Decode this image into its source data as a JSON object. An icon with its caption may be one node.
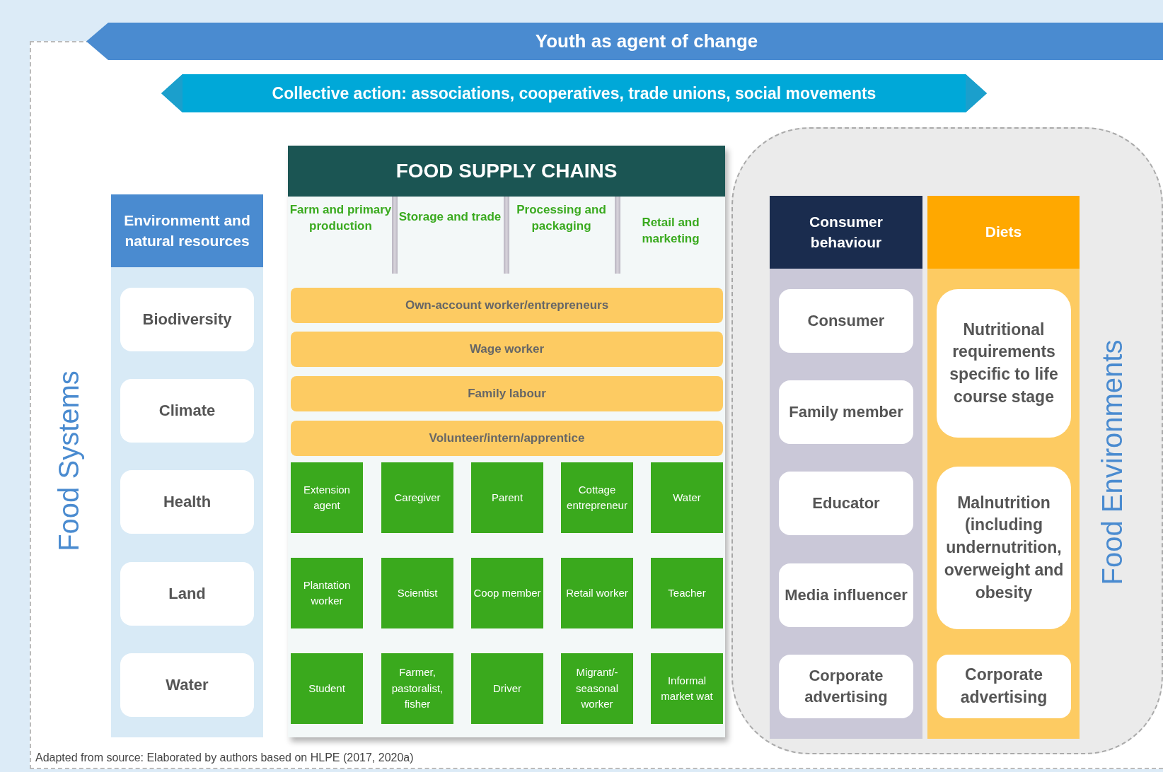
{
  "diagram": {
    "caption": "Adapted from source: Elaborated by authors based on HLPE (2017, 2020a)",
    "nodes": [
      {
        "text": [
          "Youth as agent of change"
        ]
      },
      {
        "text": [
          "Collective action: associations, cooperatives, trade unions, social movements"
        ],
        "in": 2
      },
      {
        "text": [
          "Food Systems"
        ]
      },
      {
        "text": [
          "Environmentt and natural resources"
        ],
        "in": 2
      },
      {
        "text": [
          "Biodiversity"
        ],
        "in": 3
      },
      {
        "text": [
          "Climate"
        ],
        "in": 3
      },
      {
        "text": [
          "Health"
        ],
        "in": 3
      },
      {
        "text": [
          "Land"
        ],
        "in": 3
      },
      {
        "text": [
          "Water"
        ],
        "in": 3
      },
      {
        "text": [
          "FOOD SUPPLY CHAINS",
          "Farm and primary production",
          "Storage and trade",
          "Processing and packaging",
          "Retail and marketing"
        ],
        "in": 2
      },
      {
        "text": [
          "Own-account worker/entrepreneurs"
        ],
        "in": 9
      },
      {
        "text": [
          "Wage worker"
        ],
        "in": 9
      },
      {
        "text": [
          "Family labour"
        ],
        "in": 9
      },
      {
        "text": [
          "Volunteer/intern/apprentice"
        ],
        "in": 9
      },
      {
        "text": [
          "Extension agent"
        ],
        "in": 9
      },
      {
        "text": [
          "Caregiver"
        ],
        "in": 9
      },
      {
        "text": [
          "Parent"
        ],
        "in": 9
      },
      {
        "text": [
          "Cottage entrepreneur"
        ],
        "in": 9
      },
      {
        "text": [
          "Water"
        ],
        "in": 9
      },
      {
        "text": [
          "Plantation worker"
        ],
        "in": 9
      },
      {
        "text": [
          "Scientist"
        ],
        "in": 9
      },
      {
        "text": [
          "Coop member"
        ],
        "in": 9
      },
      {
        "text": [
          "Retail worker"
        ],
        "in": 9
      },
      {
        "text": [
          "Teacher"
        ],
        "in": 9
      },
      {
        "text": [
          "Student"
        ],
        "in": 9
      },
      {
        "text": [
          "Farmer, pastoralist, fisher"
        ],
        "in": 9
      },
      {
        "text": [
          "Driver"
        ],
        "in": 9
      },
      {
        "text": [
          "Migrant/- seasonal worker"
        ],
        "in": 9
      },
      {
        "text": [
          "Informal market wat"
        ],
        "in": 9
      },
      {
        "text": [
          "Food Environments"
        ],
        "in": 2
      },
      {
        "text": [
          "Consumer behaviour"
        ],
        "in": 29
      },
      {
        "text": [
          "Consumer"
        ],
        "in": 30
      },
      {
        "text": [
          "Family member"
        ],
        "in": 30
      },
      {
        "text": [
          "Educator"
        ],
        "in": 30
      },
      {
        "text": [
          "Media influencer"
        ],
        "in": 30
      },
      {
        "text": [
          "Corporate advertising"
        ],
        "in": 30
      },
      {
        "text": [
          "Diets"
        ],
        "in": 29
      },
      {
        "text": [
          "Nutritional requirements specific to life course stage"
        ],
        "in": 36
      },
      {
        "text": [
          "Malnutrition (including undernutrition, overweight and obesity"
        ],
        "in": 36
      },
      {
        "text": [
          "Corporate advertising"
        ],
        "in": 36
      }
    ]
  }
}
